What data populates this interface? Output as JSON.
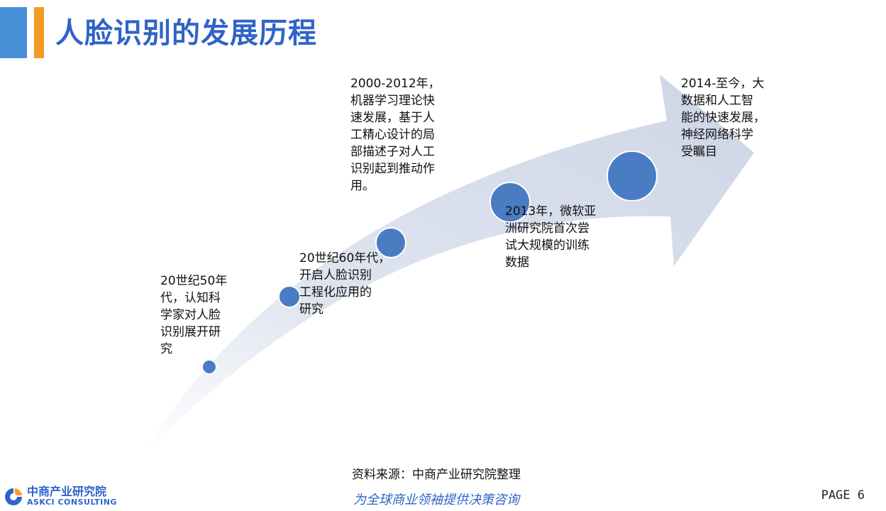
{
  "header": {
    "title": "人脸识别的发展历程"
  },
  "timeline": [
    {
      "label": "20世纪50年\n代，认知科\n学家对人脸\n识别展开研\n究"
    },
    {
      "label": "20世纪60年代，\n开启人脸识别\n工程化应用的\n研究"
    },
    {
      "label": "2000-2012年，\n机器学习理论快\n速发展，基于人\n工精心设计的局\n部描述子对人工\n识别起到推动作\n用。"
    },
    {
      "label": "2013年，微软亚\n洲研究院首次尝\n试大规模的训练\n数据"
    },
    {
      "label": "2014-至今，大\n数据和人工智\n能的快速发展，\n神经网络科学\n受瞩目"
    }
  ],
  "footer": {
    "source": "资料来源：中商产业研究院整理",
    "slogan": "为全球商业领袖提供决策咨询",
    "page": "PAGE 6",
    "logo_cn": "中商产业研究院",
    "logo_en": "ASKCI CONSULTING"
  },
  "colors": {
    "accent_blue": "#4a90d9",
    "accent_orange": "#f59a23",
    "title": "#2f64c8",
    "dot": "#4a7cc4",
    "arrow": "#d3d9e8"
  }
}
